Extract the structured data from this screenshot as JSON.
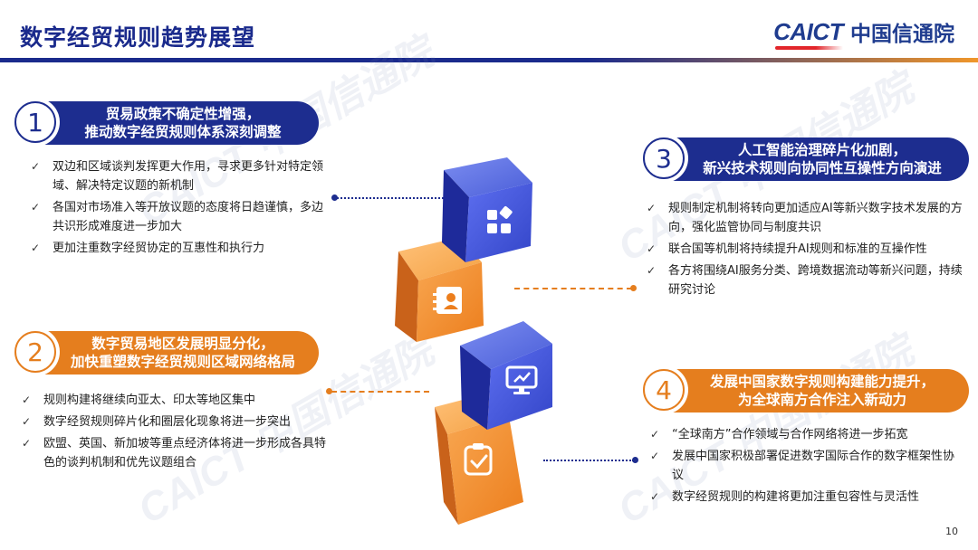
{
  "header": {
    "title": "数字经贸规则趋势展望",
    "logo_en": "CAICT",
    "logo_cn": "中国信通院"
  },
  "watermark_text": "CAICT 中国信通院",
  "sections": [
    {
      "number": "1",
      "color": "#1d2d8f",
      "title_line1": "贸易政策不确定性增强，",
      "title_line2": "推动数字经贸规则体系深刻调整",
      "bullets": [
        "双边和区域谈判发挥更大作用，寻求更多针对特定领域、解决特定议题的新机制",
        "各国对市场准入等开放议题的态度将日趋谨慎，多边共识形成难度进一步加大",
        "更加注重数字经贸协定的互惠性和执行力"
      ]
    },
    {
      "number": "2",
      "color": "#e57e1e",
      "title_line1": "数字贸易地区发展明显分化，",
      "title_line2": "加快重塑数字经贸规则区域网络格局",
      "bullets": [
        "规则构建将继续向亚太、印太等地区集中",
        "数字经贸规则碎片化和圈层化现象将进一步突出",
        "欧盟、英国、新加坡等重点经济体将进一步形成各具特色的谈判机制和优先议题组合"
      ]
    },
    {
      "number": "3",
      "color": "#1d2d8f",
      "title_line1": "人工智能治理碎片化加剧，",
      "title_line2": "新兴技术规则向协同性互操性方向演进",
      "bullets": [
        "规则制定机制将转向更加适应AI等新兴数字技术发展的方向，强化监管协同与制度共识",
        "联合国等机制将持续提升AI规则和标准的互操作性",
        "各方将围绕AI服务分类、跨境数据流动等新兴问题，持续研究讨论"
      ]
    },
    {
      "number": "4",
      "color": "#e57e1e",
      "title_line1": "发展中国家数字规则构建能力提升，",
      "title_line2": "为全球南方合作注入新动力",
      "bullets": [
        "“全球南方”合作领域与合作网络将进一步拓宽",
        "发展中国家积极部署促进数字国际合作的数字框架性协议",
        "数字经贸规则的构建将更加注重包容性与灵活性"
      ]
    }
  ],
  "cube_icons": [
    "grid-blocks-icon",
    "contact-card-icon",
    "monitor-chart-icon",
    "clipboard-check-icon"
  ],
  "page_number": "10"
}
